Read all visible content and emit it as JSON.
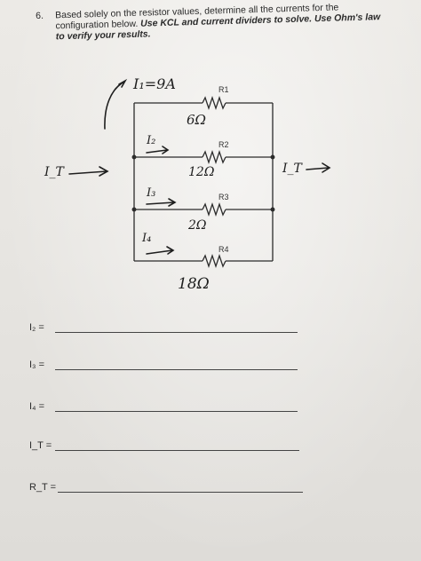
{
  "question": {
    "number": "6.",
    "line1": "Based solely on the resistor values, determine all the currents for the",
    "line2_plain": "configuration below.",
    "line2_bold": "Use KCL and current dividers to solve. Use Ohm's law",
    "line3_bold": "to verify your results."
  },
  "circuit": {
    "resistors": [
      {
        "label": "R1",
        "value": "6Ω"
      },
      {
        "label": "R2",
        "value": "12Ω"
      },
      {
        "label": "R3",
        "value": "2Ω"
      },
      {
        "label": "R4",
        "value": "18Ω"
      }
    ],
    "handwritten": {
      "i1": "I₁=9A",
      "i2": "I₂",
      "i3": "I₃",
      "i4": "I₄",
      "it_left": "I_T",
      "it_right": "I_T"
    }
  },
  "answers": [
    {
      "label": "I₂ ="
    },
    {
      "label": "I₃ ="
    },
    {
      "label": "I₄ ="
    },
    {
      "label": "I_T ="
    },
    {
      "label": "R_T ="
    }
  ]
}
